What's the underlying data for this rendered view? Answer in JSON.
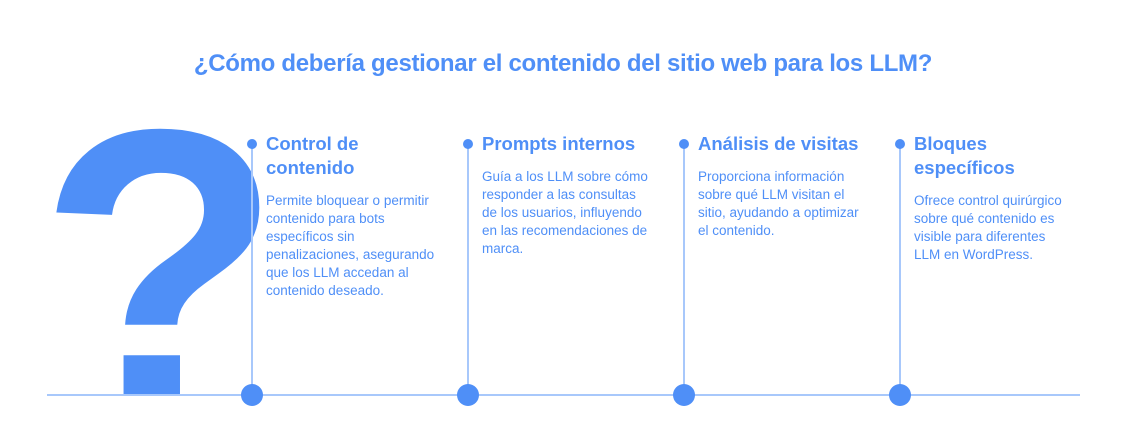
{
  "title": "¿Cómo debería gestionar el contenido del sitio web para los LLM?",
  "hero_icon": {
    "name": "question-mark-icon",
    "glyph": "?"
  },
  "colors": {
    "accent": "#4f8ff7",
    "line": "#a8c8fb",
    "background": "#ffffff"
  },
  "steps": [
    {
      "heading": "Control de contenido",
      "body": "Permite bloquear o permitir contenido para bots específicos sin penalizaciones, asegurando que los LLM accedan al contenido deseado."
    },
    {
      "heading": "Prompts internos",
      "body": "Guía a los LLM sobre cómo responder a las consultas de los usuarios, influyendo en las recomendaciones de marca."
    },
    {
      "heading": "Análisis de visitas",
      "body": "Proporciona información sobre qué LLM visitan el sitio, ayudando a optimizar el contenido."
    },
    {
      "heading": "Bloques específicos",
      "body": "Ofrece control quirúrgico sobre qué contenido es visible para diferentes LLM en WordPress."
    }
  ]
}
